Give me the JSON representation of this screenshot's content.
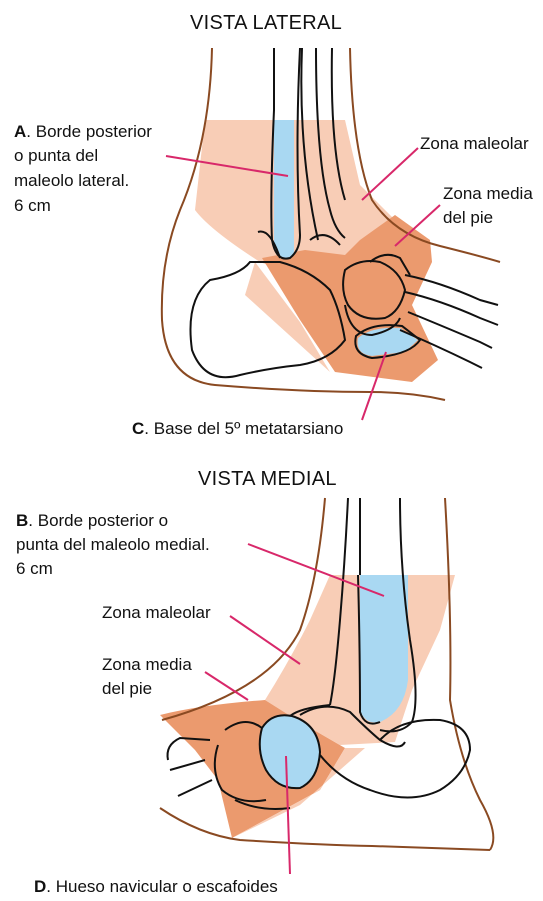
{
  "lateral": {
    "title": "VISTA LATERAL",
    "label_a": {
      "letter": "A",
      "line1": ". Borde posterior",
      "line2": "o punta del",
      "line3": "maleolo lateral.",
      "line4": "6 cm"
    },
    "zona_maleolar": "Zona maleolar",
    "zona_media": {
      "line1": "Zona media",
      "line2": "del pie"
    },
    "label_c": {
      "letter": "C",
      "text": ". Base del 5º metatarsiano"
    }
  },
  "medial": {
    "title": "VISTA MEDIAL",
    "label_b": {
      "letter": "B",
      "line1": ". Borde posterior  o",
      "line2": "punta del maleolo medial.",
      "line3": "6 cm"
    },
    "zona_maleolar": "Zona maleolar",
    "zona_media": {
      "line1": "Zona media",
      "line2": "del pie"
    },
    "label_d": {
      "letter": "D",
      "text": ". Hueso navicular o escafoides"
    }
  },
  "colors": {
    "zone_light": "#f8cdb6",
    "zone_dark": "#eb9a6e",
    "highlight_blue": "#a9d8f2",
    "skin_outline": "#8a4a22",
    "leader": "#d8286a",
    "bone_outline": "#111111"
  }
}
